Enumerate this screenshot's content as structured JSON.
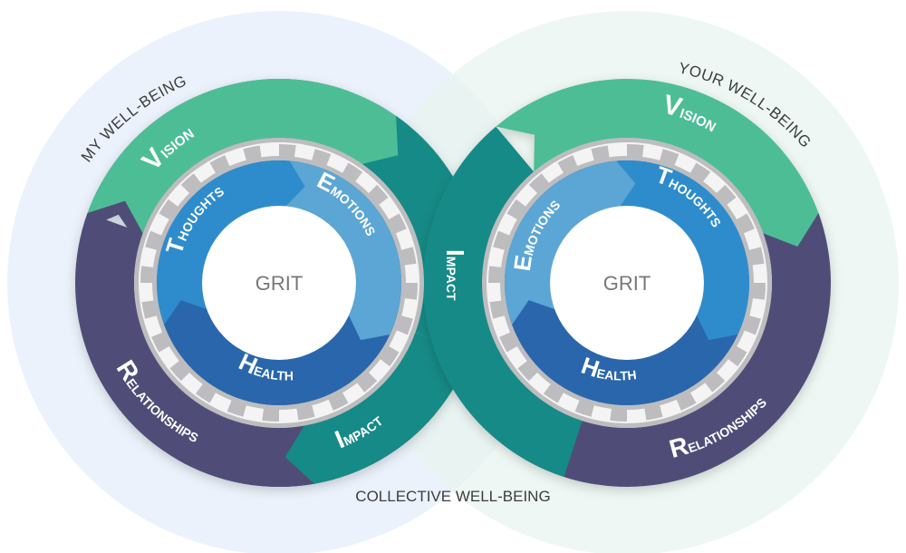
{
  "diagram": {
    "left": {
      "title": "MY WELL-BEING",
      "center": "GRIT",
      "outer_segments": {
        "vision": {
          "initial": "V",
          "rest": "ISION"
        },
        "impact": {
          "initial": "I",
          "rest": "MPACT"
        },
        "relationships": {
          "initial": "R",
          "rest": "ELATIONSHIPS"
        }
      },
      "inner_segments": {
        "thoughts": {
          "initial": "T",
          "rest": "HOUGHTS"
        },
        "emotions": {
          "initial": "E",
          "rest": "MOTIONS"
        },
        "health": {
          "initial": "H",
          "rest": "EALTH"
        }
      }
    },
    "right": {
      "title": "YOUR WELL-BEING",
      "center": "GRIT",
      "outer_segments": {
        "vision": {
          "initial": "V",
          "rest": "ISION"
        },
        "relationships": {
          "initial": "R",
          "rest": "ELATIONSHIPS"
        }
      },
      "inner_segments": {
        "thoughts": {
          "initial": "T",
          "rest": "HOUGHTS"
        },
        "emotions": {
          "initial": "E",
          "rest": "MOTIONS"
        },
        "health": {
          "initial": "H",
          "rest": "EALTH"
        }
      }
    },
    "bridge": {
      "initial": "I",
      "rest": "MPACT"
    },
    "footer": "COLLECTIVE WELL-BEING",
    "colors": {
      "my_bg": "#e8f0fa",
      "your_bg": "#e8f4ef",
      "vision": "#4dbd96",
      "impact": "#178a86",
      "relationships": "#4f4e78",
      "gear": "#bdbdbf",
      "thoughts": "#2e8ccc",
      "emotions": "#5ba6d4",
      "health": "#2a66ab",
      "text_dark": "#3d3d3d",
      "grit_text": "#777777"
    }
  }
}
